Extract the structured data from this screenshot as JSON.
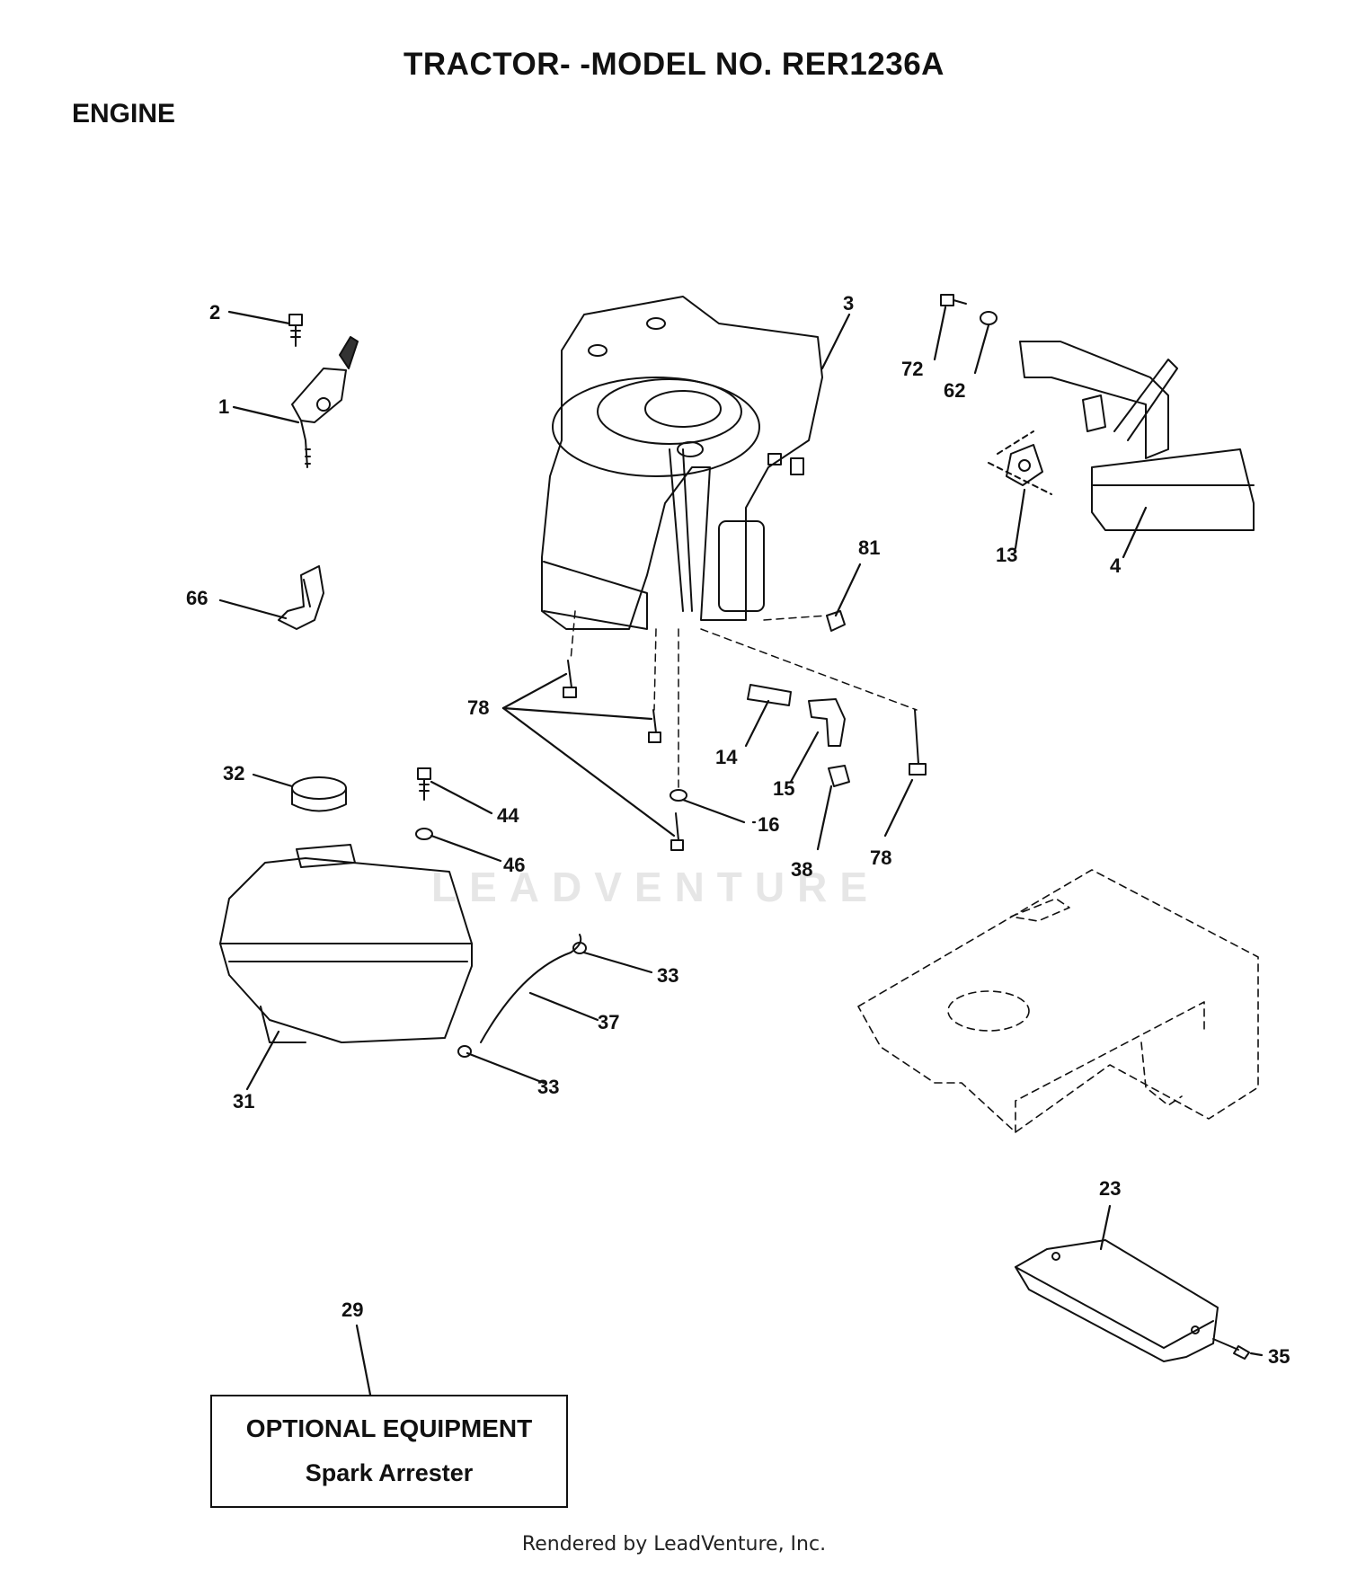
{
  "header": {
    "title": "TRACTOR- -MODEL NO. RER1236A",
    "section": "ENGINE"
  },
  "optional_box": {
    "line1": "OPTIONAL EQUIPMENT",
    "line2": "Spark Arrester"
  },
  "watermark": "LEADVENTURE",
  "footer": "Rendered by LeadVenture, Inc.",
  "callouts": {
    "c1": "1",
    "c2": "2",
    "c3": "3",
    "c4": "4",
    "c13": "13",
    "c14": "14",
    "c15": "15",
    "c16": "16",
    "c23": "23",
    "c29": "29",
    "c31": "31",
    "c32": "32",
    "c33a": "33",
    "c33b": "33",
    "c35": "35",
    "c37": "37",
    "c38": "38",
    "c44": "44",
    "c46": "46",
    "c62": "62",
    "c66": "66",
    "c72": "72",
    "c78a": "78",
    "c78b": "78",
    "c81": "81"
  }
}
